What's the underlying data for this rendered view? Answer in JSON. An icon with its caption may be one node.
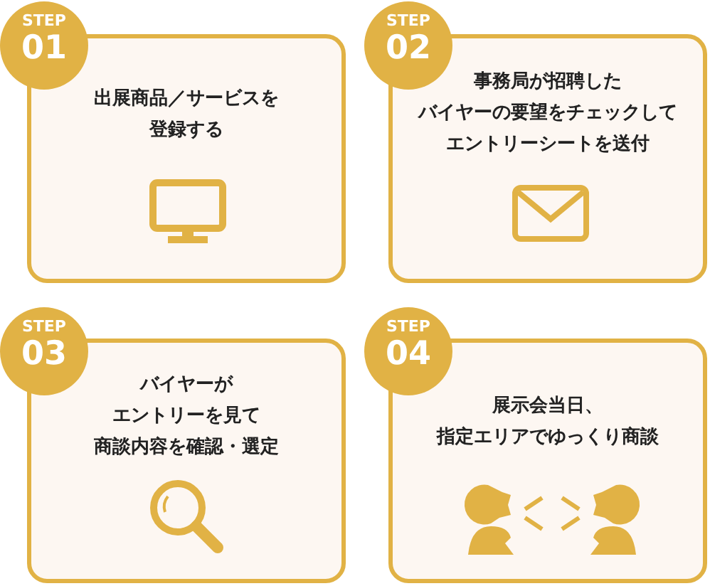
{
  "diagram": {
    "nodes": [
      {
        "text": [
          "STEP",
          "01"
        ]
      },
      {
        "text": [
          "出展商品／サービスを登録する"
        ]
      },
      {
        "text": [
          "STEP",
          "02"
        ]
      },
      {
        "text": [
          "事務局が招聘したバイヤーの要望をチェックしてエントリーシートを送付"
        ]
      },
      {
        "text": [
          "STEP",
          "03"
        ]
      },
      {
        "text": [
          "バイヤーがエントリーを見て商談内容を確認・選定"
        ]
      },
      {
        "text": [
          "STEP",
          "04"
        ]
      },
      {
        "text": [
          "展示会当日、指定エリアでゆっくり商談"
        ]
      }
    ]
  }
}
